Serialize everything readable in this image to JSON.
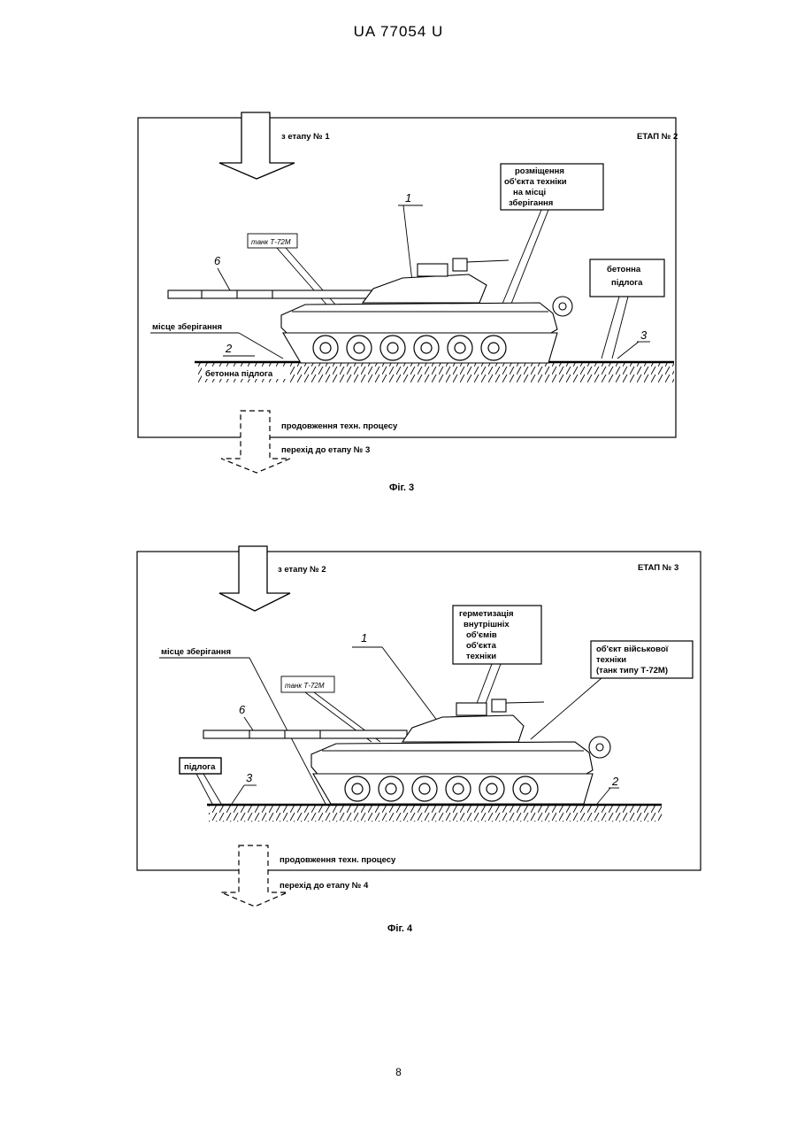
{
  "header": {
    "doc_number": "UA   77054   U"
  },
  "page_number": "8",
  "figures": [
    {
      "stage": "ЕТАП № 2",
      "from_stage": "з етапу № 1",
      "process_cont": "продовження техн. процесу",
      "to_next": "перехід до етапу № 3",
      "tank_label": "танк Т-72М",
      "callout_box": [
        "розміщення",
        "об'єкта техніки",
        "на місці",
        "зберігання"
      ],
      "floor_box": [
        "бетонна",
        "підлога"
      ],
      "storage_place": "місце зберігання",
      "floor_label": "бетонна підлога",
      "num_object": "1",
      "num_floor": "2",
      "num_floor_right": "3",
      "num_gun": "6",
      "caption": "Фіг. 3"
    },
    {
      "stage": "ЕТАП № 3",
      "from_stage": "з етапу № 2",
      "process_cont": "продовження техн. процесу",
      "to_next": "перехід до етапу № 4",
      "tank_label": "танк Т-72М",
      "callout_box": [
        "герметизація",
        "внутрішніх",
        "об'ємів",
        "об'єкта",
        "техніки"
      ],
      "object_box": [
        "об'єкт військової",
        "техніки",
        "(танк типу Т-72М)"
      ],
      "storage_place": "місце зберігання",
      "floor_box": [
        "підлога"
      ],
      "num_object": "1",
      "num_floor": "2",
      "num_left": "3",
      "num_gun": "6",
      "caption": "Фіг. 4"
    }
  ]
}
